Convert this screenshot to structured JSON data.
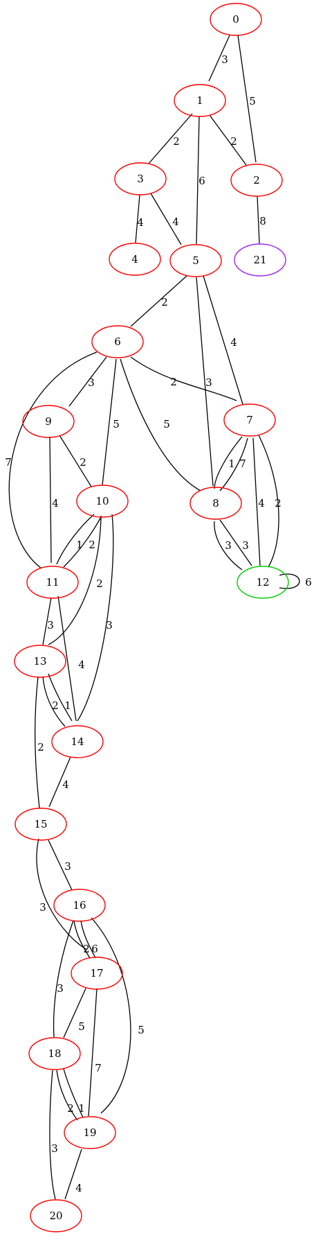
{
  "colors": {
    "default_node": "#ff0000",
    "start_node": "#00cc00",
    "end_node": "#a020f0",
    "edge": "#000000"
  },
  "nodes": [
    {
      "id": "n0",
      "label": "0",
      "color": "#ff0000"
    },
    {
      "id": "n1",
      "label": "1",
      "color": "#ff0000"
    },
    {
      "id": "n2",
      "label": "2",
      "color": "#ff0000"
    },
    {
      "id": "n3",
      "label": "3",
      "color": "#ff0000"
    },
    {
      "id": "n4",
      "label": "4",
      "color": "#ff0000"
    },
    {
      "id": "n5",
      "label": "5",
      "color": "#ff0000"
    },
    {
      "id": "n21",
      "label": "21",
      "color": "#a020f0"
    },
    {
      "id": "n6",
      "label": "6",
      "color": "#ff0000"
    },
    {
      "id": "n7",
      "label": "7",
      "color": "#ff0000"
    },
    {
      "id": "n9",
      "label": "9",
      "color": "#ff0000"
    },
    {
      "id": "n8",
      "label": "8",
      "color": "#ff0000"
    },
    {
      "id": "n10",
      "label": "10",
      "color": "#ff0000"
    },
    {
      "id": "n11",
      "label": "11",
      "color": "#ff0000"
    },
    {
      "id": "n12",
      "label": "12",
      "color": "#00cc00"
    },
    {
      "id": "n13",
      "label": "13",
      "color": "#ff0000"
    },
    {
      "id": "n14",
      "label": "14",
      "color": "#ff0000"
    },
    {
      "id": "n15",
      "label": "15",
      "color": "#ff0000"
    },
    {
      "id": "n16",
      "label": "16",
      "color": "#ff0000"
    },
    {
      "id": "n17",
      "label": "17",
      "color": "#ff0000"
    },
    {
      "id": "n18",
      "label": "18",
      "color": "#ff0000"
    },
    {
      "id": "n19",
      "label": "19",
      "color": "#ff0000"
    },
    {
      "id": "n20",
      "label": "20",
      "color": "#ff0000"
    }
  ],
  "edges": [
    {
      "id": "e0_1",
      "from": "0",
      "to": "1",
      "weight": "3"
    },
    {
      "id": "e0_2",
      "from": "0",
      "to": "2",
      "weight": "5"
    },
    {
      "id": "e1_3",
      "from": "1",
      "to": "3",
      "weight": "2"
    },
    {
      "id": "e1_2",
      "from": "1",
      "to": "2",
      "weight": "2"
    },
    {
      "id": "e1_5",
      "from": "1",
      "to": "5",
      "weight": "6"
    },
    {
      "id": "e3_4",
      "from": "3",
      "to": "4",
      "weight": "4"
    },
    {
      "id": "e3_5",
      "from": "3",
      "to": "5",
      "weight": "4"
    },
    {
      "id": "e2_21",
      "from": "2",
      "to": "21",
      "weight": "8"
    },
    {
      "id": "e5_6",
      "from": "5",
      "to": "6",
      "weight": "2"
    },
    {
      "id": "e5_7",
      "from": "5",
      "to": "7",
      "weight": "4"
    },
    {
      "id": "e5_8",
      "from": "5",
      "to": "8",
      "weight": "3"
    },
    {
      "id": "e6_9",
      "from": "6",
      "to": "9",
      "weight": "3"
    },
    {
      "id": "e6_7",
      "from": "6",
      "to": "7",
      "weight": "2"
    },
    {
      "id": "e6_10",
      "from": "6",
      "to": "10",
      "weight": "5"
    },
    {
      "id": "e6_8",
      "from": "6",
      "to": "8",
      "weight": "5"
    },
    {
      "id": "e6_11",
      "from": "6",
      "to": "11",
      "weight": "7"
    },
    {
      "id": "e9_10",
      "from": "9",
      "to": "10",
      "weight": "2"
    },
    {
      "id": "e9_11",
      "from": "9",
      "to": "11",
      "weight": "4"
    },
    {
      "id": "e7_8a",
      "from": "7",
      "to": "8",
      "weight": "1"
    },
    {
      "id": "e7_8b",
      "from": "7",
      "to": "8",
      "weight": "7"
    },
    {
      "id": "e7_12a",
      "from": "7",
      "to": "12",
      "weight": "4"
    },
    {
      "id": "e7_12b",
      "from": "7",
      "to": "12",
      "weight": "2"
    },
    {
      "id": "e8_12a",
      "from": "8",
      "to": "12",
      "weight": "3"
    },
    {
      "id": "e8_12b",
      "from": "8",
      "to": "12",
      "weight": "3"
    },
    {
      "id": "e12_12",
      "from": "12",
      "to": "12",
      "weight": "6"
    },
    {
      "id": "e10_11a",
      "from": "10",
      "to": "11",
      "weight": "1"
    },
    {
      "id": "e10_11b",
      "from": "10",
      "to": "11",
      "weight": "2"
    },
    {
      "id": "e10_13",
      "from": "10",
      "to": "13",
      "weight": "2"
    },
    {
      "id": "e10_14",
      "from": "10",
      "to": "14",
      "weight": "3"
    },
    {
      "id": "e11_13",
      "from": "11",
      "to": "13",
      "weight": "3"
    },
    {
      "id": "e11_14",
      "from": "11",
      "to": "14",
      "weight": "4"
    },
    {
      "id": "e13_14a",
      "from": "13",
      "to": "14",
      "weight": "2"
    },
    {
      "id": "e13_14b",
      "from": "13",
      "to": "14",
      "weight": "1"
    },
    {
      "id": "e13_15",
      "from": "13",
      "to": "15",
      "weight": "2"
    },
    {
      "id": "e14_15",
      "from": "14",
      "to": "15",
      "weight": "4"
    },
    {
      "id": "e15_16",
      "from": "15",
      "to": "16",
      "weight": "3"
    },
    {
      "id": "e15_17",
      "from": "15",
      "to": "17",
      "weight": "3"
    },
    {
      "id": "e16_17a",
      "from": "16",
      "to": "17",
      "weight": "2"
    },
    {
      "id": "e16_17b",
      "from": "16",
      "to": "17",
      "weight": "6"
    },
    {
      "id": "e16_18",
      "from": "16",
      "to": "18",
      "weight": "3"
    },
    {
      "id": "e16_19",
      "from": "16",
      "to": "19",
      "weight": "5"
    },
    {
      "id": "e17_18",
      "from": "17",
      "to": "18",
      "weight": "5"
    },
    {
      "id": "e17_19",
      "from": "17",
      "to": "19",
      "weight": "7"
    },
    {
      "id": "e18_19a",
      "from": "18",
      "to": "19",
      "weight": "2"
    },
    {
      "id": "e18_19b",
      "from": "18",
      "to": "19",
      "weight": "1"
    },
    {
      "id": "e18_20",
      "from": "18",
      "to": "20",
      "weight": "3"
    },
    {
      "id": "e19_20",
      "from": "19",
      "to": "20",
      "weight": "4"
    }
  ]
}
